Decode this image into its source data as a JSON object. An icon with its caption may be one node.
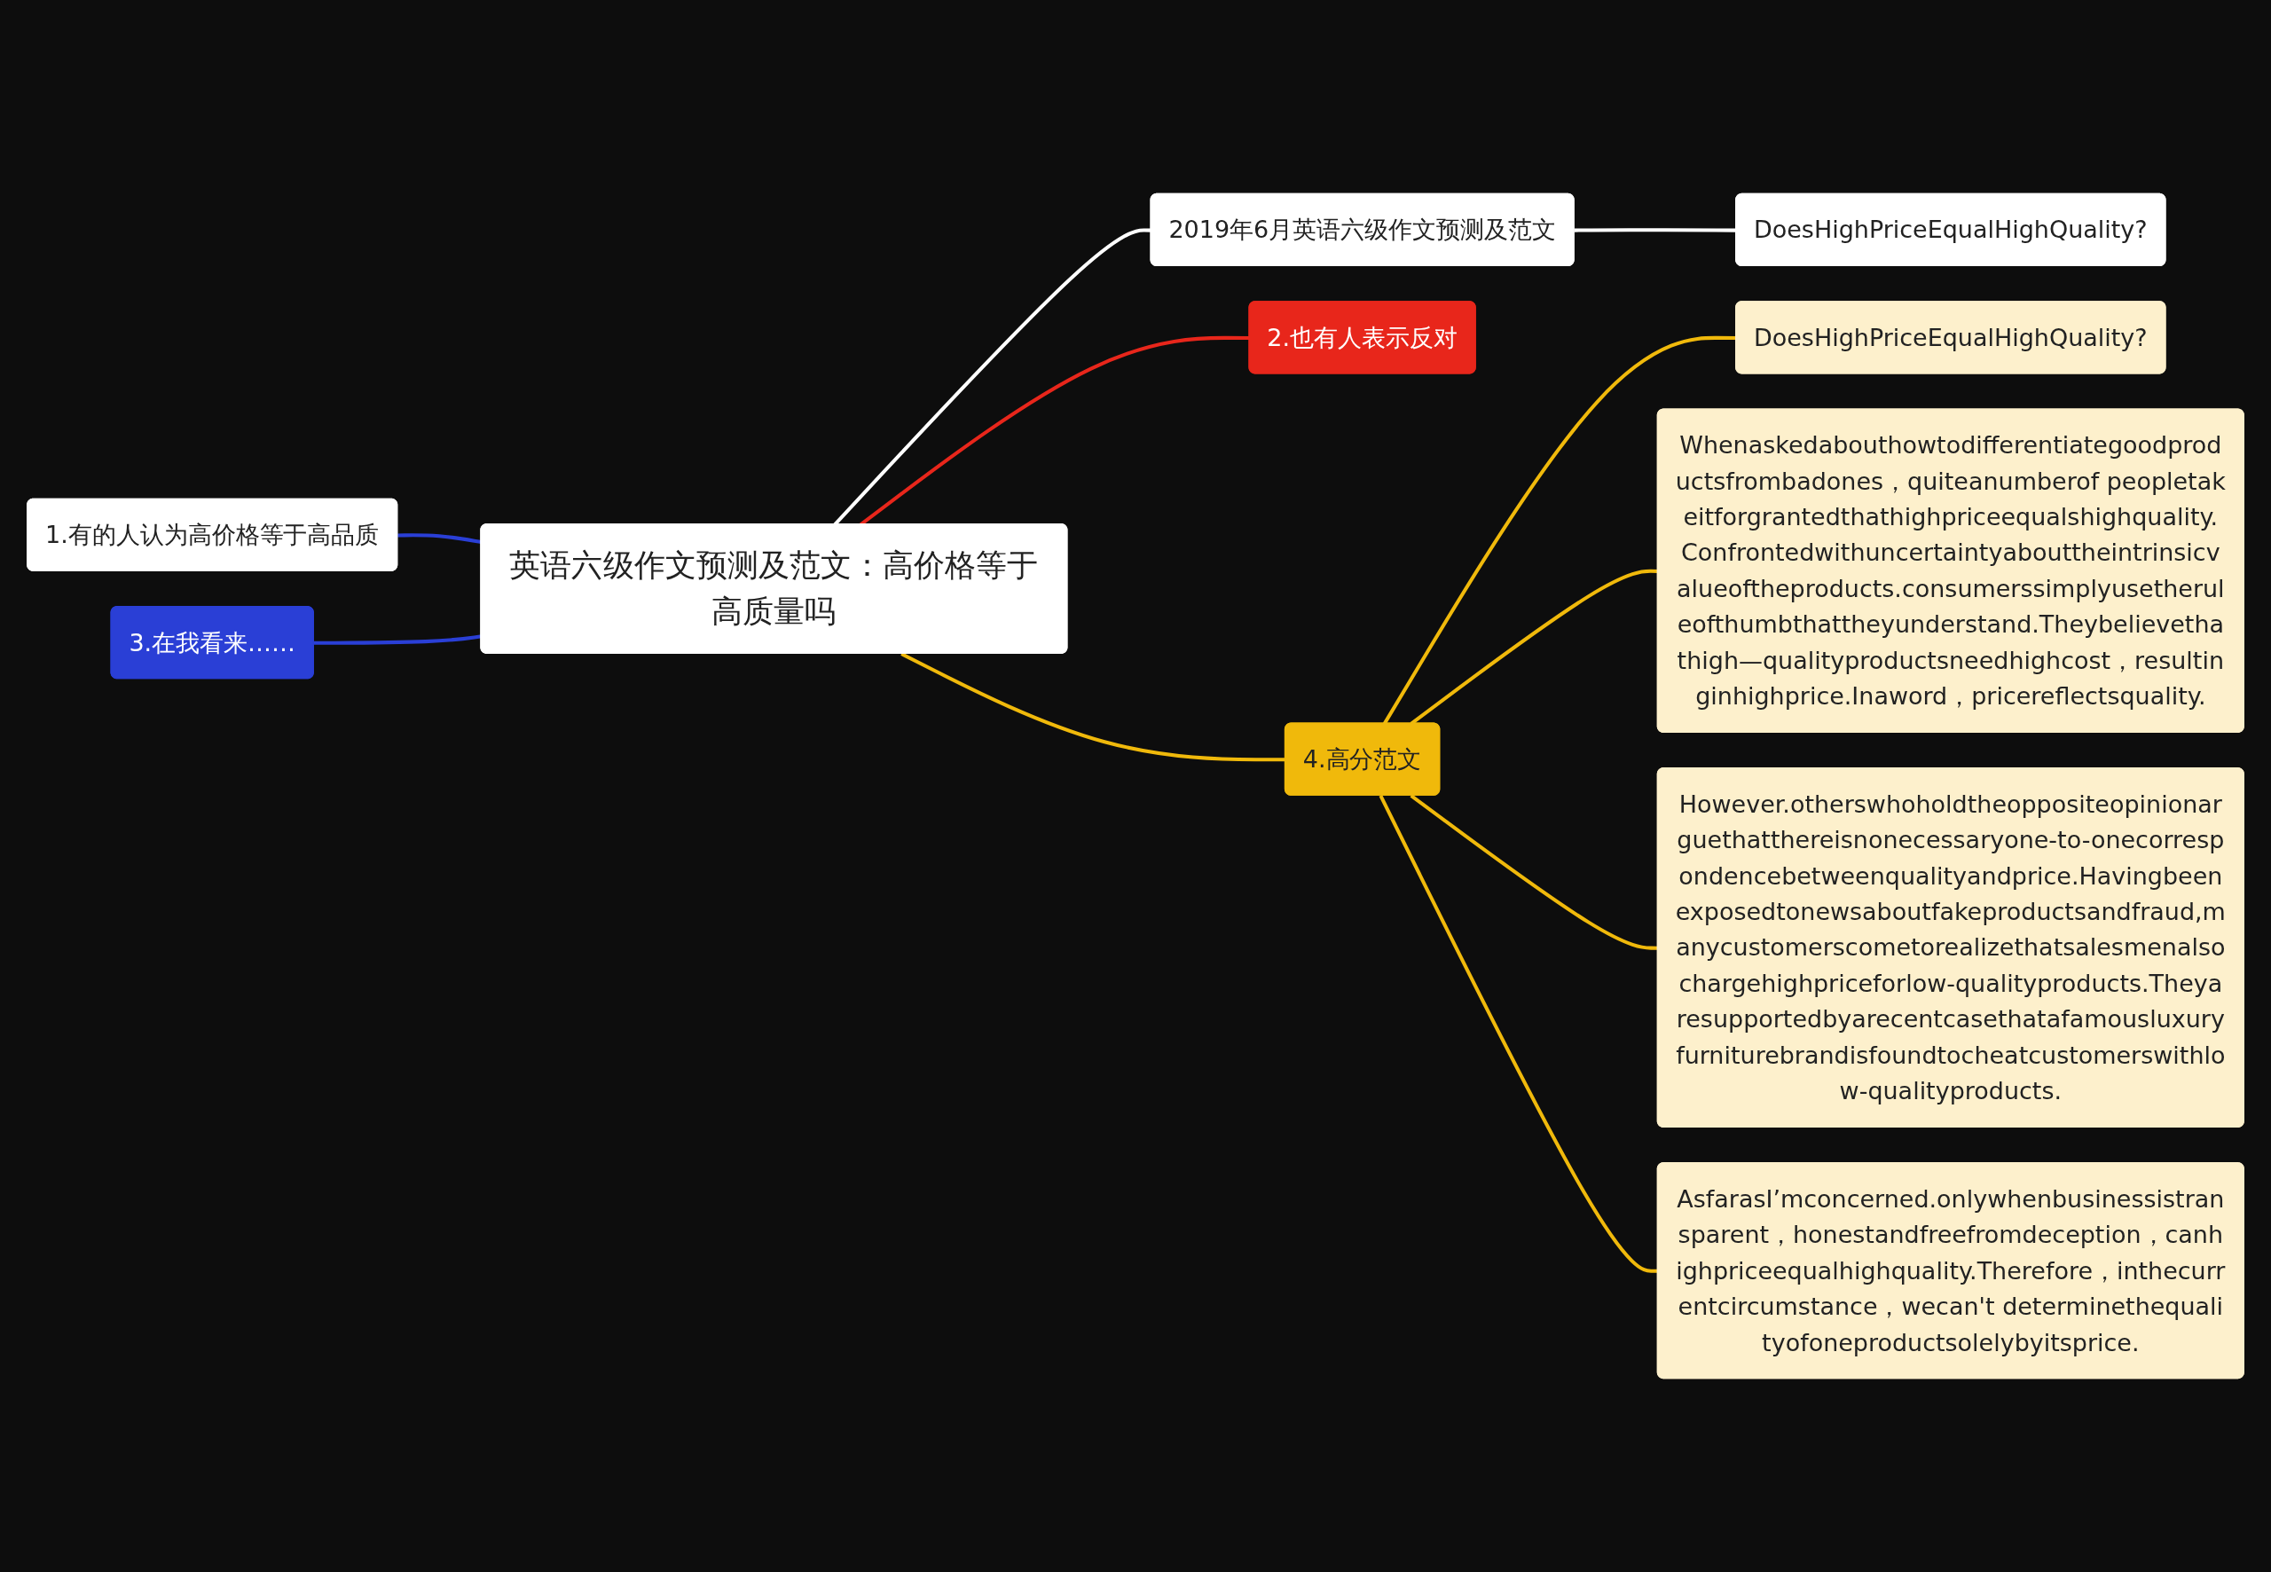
{
  "diagram": {
    "nodes": [
      {
        "text": [
          "英语六级作文预测及范文：高价格等于高质量吗"
        ]
      },
      {
        "text": [
          "2019年6月英语六级作文预测及范文"
        ]
      },
      {
        "text": [
          "DoesHighPriceEqualHighQuality?"
        ]
      },
      {
        "text": [
          "2.也有人表示反对"
        ]
      },
      {
        "text": [
          "4.高分范文"
        ]
      },
      {
        "text": [
          "DoesHighPriceEqualHighQuality?"
        ]
      },
      {
        "text": [
          "Whenaskedabouthowtodifferentiategoodproductsfrombadones，quiteanumberof peopletakeitforgrantedthathighpriceequalshighquality.Confrontedwithuncertaintyabouttheintrinsicvalueoftheproducts.consumerssimplyusetheruleofthumbthattheyunderstand.Theybelievethathigh—qualityproductsneedhighcost，resultinginhighprice.Inaword，pricereflectsquality."
        ]
      },
      {
        "text": [
          "However.otherswhoholdtheoppositeopinionarguethatthereisnonecessaryone-to-onecorrespondencebetweenqualityandprice.Havingbeenexposedtonewsaboutfakeproductsandfraud,manycustomerscometorealizethatsalesmenalsochargehighpriceforlow-qualityproducts.Theyaresupportedbyarecentcasethatafamousluxuryfurniturebrandisfoundtocheatcustomerswithlow-qualityproducts."
        ]
      },
      {
        "text": [
          "AsfarasI’mconcerned.onlywhenbusinessistransparent，honestandfreefromdeception，canhighpriceequalhighquality.Therefore，inthecurrentcircumstance，wecan't determinethequalityofoneproductsolelybyitsprice."
        ]
      },
      {
        "text": [
          "1.有的人认为高价格等于高品质"
        ]
      },
      {
        "text": [
          "3.在我看来……"
        ]
      }
    ],
    "edges": [
      {
        "from": 0,
        "to": 1,
        "arrow": "none",
        "color": "#ffffff"
      },
      {
        "from": 1,
        "to": 2,
        "arrow": "none",
        "color": "#ffffff"
      },
      {
        "from": 0,
        "to": 3,
        "arrow": "none",
        "color": "#e8261b"
      },
      {
        "from": 0,
        "to": 4,
        "arrow": "none"
      },
      {
        "from": 4,
        "to": 5,
        "arrow": "none"
      },
      {
        "from": 4,
        "to": 6,
        "arrow": "none"
      },
      {
        "from": 4,
        "to": 7,
        "arrow": "none"
      },
      {
        "from": 4,
        "to": 8,
        "arrow": "none"
      },
      {
        "from": 0,
        "to": 9,
        "arrow": "none",
        "color": "#2a3fd6"
      },
      {
        "from": 0,
        "to": 10,
        "arrow": "none",
        "color": "#2a3fd6"
      }
    ]
  }
}
